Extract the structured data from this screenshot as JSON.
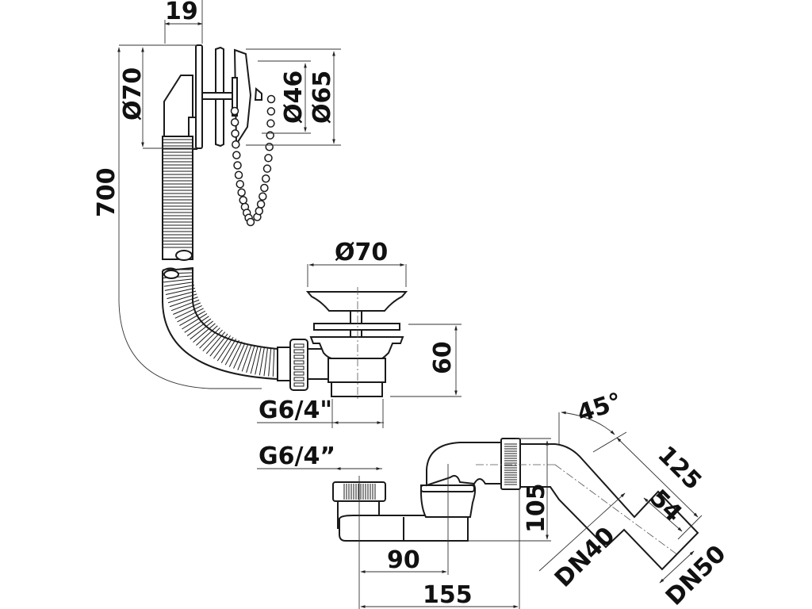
{
  "drawing": {
    "title": "Bath waste and overflow with flexible hose and bottle trap",
    "colors": {
      "line": "#1a1a1a",
      "background": "#ffffff"
    },
    "labels": {
      "overflow_thickness": "19",
      "overflow_outer_diameter": "Ø70",
      "plug_diameter": "Ø46",
      "plug_outer_diameter": "Ø65",
      "hose_length": "700",
      "waste_diameter": "Ø70",
      "waste_height": "60",
      "waste_thread": "G6/4\"",
      "trap_thread": "G6/4”",
      "trap_height": "105",
      "trap_offset": "90",
      "trap_length": "155",
      "outlet_angle": "45°",
      "outlet_length": "125",
      "outlet_socket": "54",
      "outlet_dn_small": "DN40",
      "outlet_dn_large": "DN50"
    }
  }
}
